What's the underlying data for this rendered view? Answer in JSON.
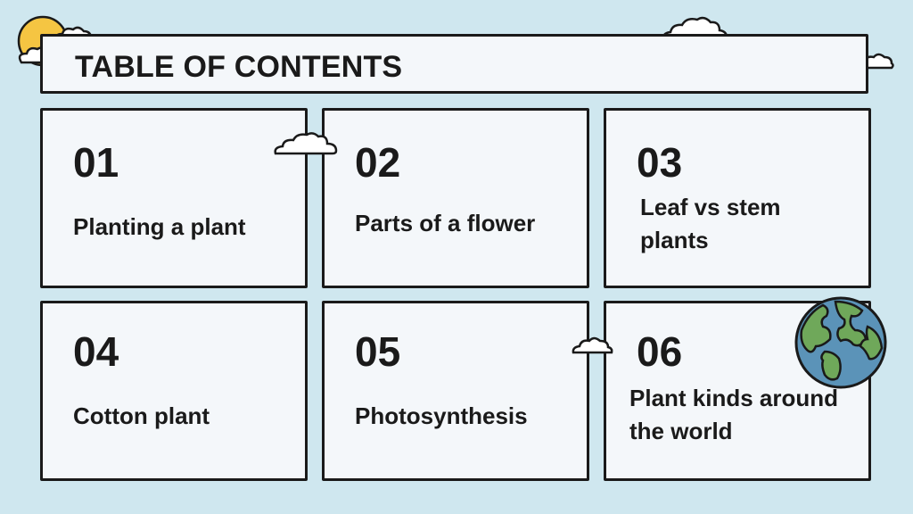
{
  "title": "TABLE OF CONTENTS",
  "sections": [
    {
      "number": "01",
      "label": "Planting a plant"
    },
    {
      "number": "02",
      "label": "Parts of a flower"
    },
    {
      "number": "03",
      "label": "Leaf vs stem plants"
    },
    {
      "number": "04",
      "label": "Cotton plant"
    },
    {
      "number": "05",
      "label": "Photosynthesis"
    },
    {
      "number": "06",
      "label": "Plant kinds around the world"
    }
  ],
  "colors": {
    "background": "#cfe7ef",
    "panel": "#f4f7fa",
    "outline": "#1a1a1a",
    "sun": "#f5c542",
    "cloud": "#ffffff",
    "globe_ocean": "#5b93b8",
    "globe_land": "#6fa85a"
  },
  "icons": [
    "sun-icon",
    "cloud-icon",
    "globe-icon"
  ]
}
